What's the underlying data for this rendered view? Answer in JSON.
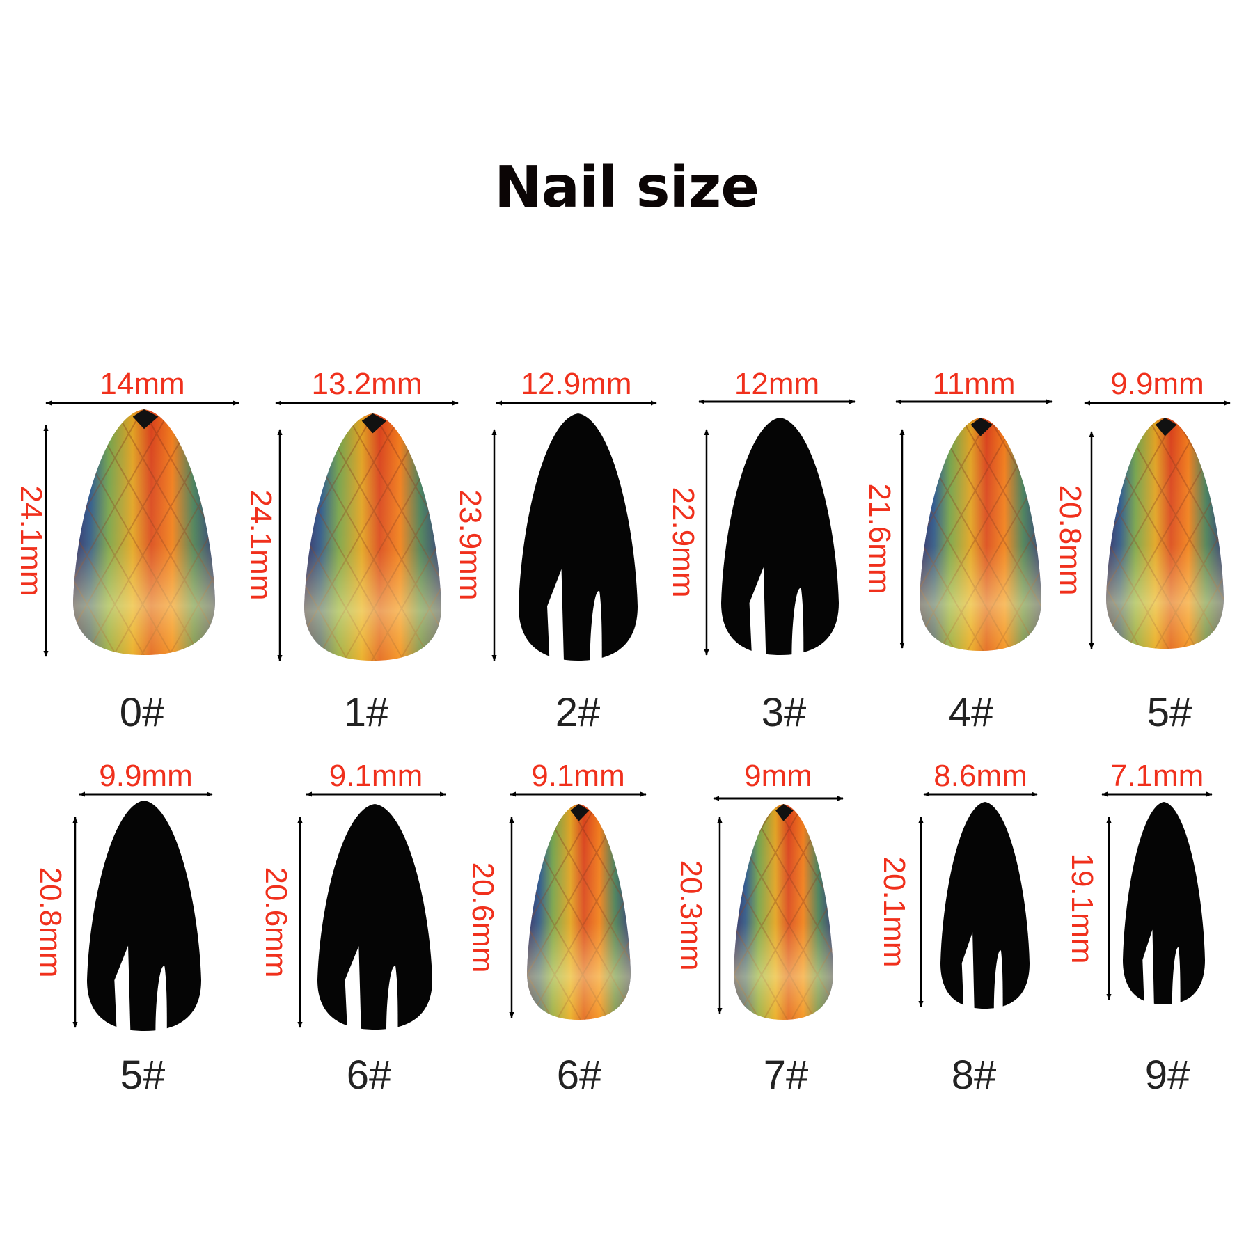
{
  "title": "Nail size",
  "colors": {
    "measure_text": "#f0301c",
    "size_text": "#222222",
    "arrow": "#000000",
    "nail_black": "#050505"
  },
  "rows": [
    {
      "items": [
        {
          "size": "0#",
          "width": "14mm",
          "length": "24.1mm",
          "finish": "holographic"
        },
        {
          "size": "1#",
          "width": "13.2mm",
          "length": "24.1mm",
          "finish": "holographic"
        },
        {
          "size": "2#",
          "width": "12.9mm",
          "length": "23.9mm",
          "finish": "black"
        },
        {
          "size": "3#",
          "width": "12mm",
          "length": "22.9mm",
          "finish": "black"
        },
        {
          "size": "4#",
          "width": "11mm",
          "length": "21.6mm",
          "finish": "holographic"
        },
        {
          "size": "5#",
          "width": "9.9mm",
          "length": "20.8mm",
          "finish": "holographic"
        }
      ]
    },
    {
      "items": [
        {
          "size": "5#",
          "width": "9.9mm",
          "length": "20.8mm",
          "finish": "black"
        },
        {
          "size": "6#",
          "width": "9.1mm",
          "length": "20.6mm",
          "finish": "black"
        },
        {
          "size": "6#",
          "width": "9.1mm",
          "length": "20.6mm",
          "finish": "holographic"
        },
        {
          "size": "7#",
          "width": "9mm",
          "length": "20.3mm",
          "finish": "holographic"
        },
        {
          "size": "8#",
          "width": "8.6mm",
          "length": "20.1mm",
          "finish": "black"
        },
        {
          "size": "9#",
          "width": "7.1mm",
          "length": "19.1mm",
          "finish": "black"
        }
      ]
    }
  ]
}
